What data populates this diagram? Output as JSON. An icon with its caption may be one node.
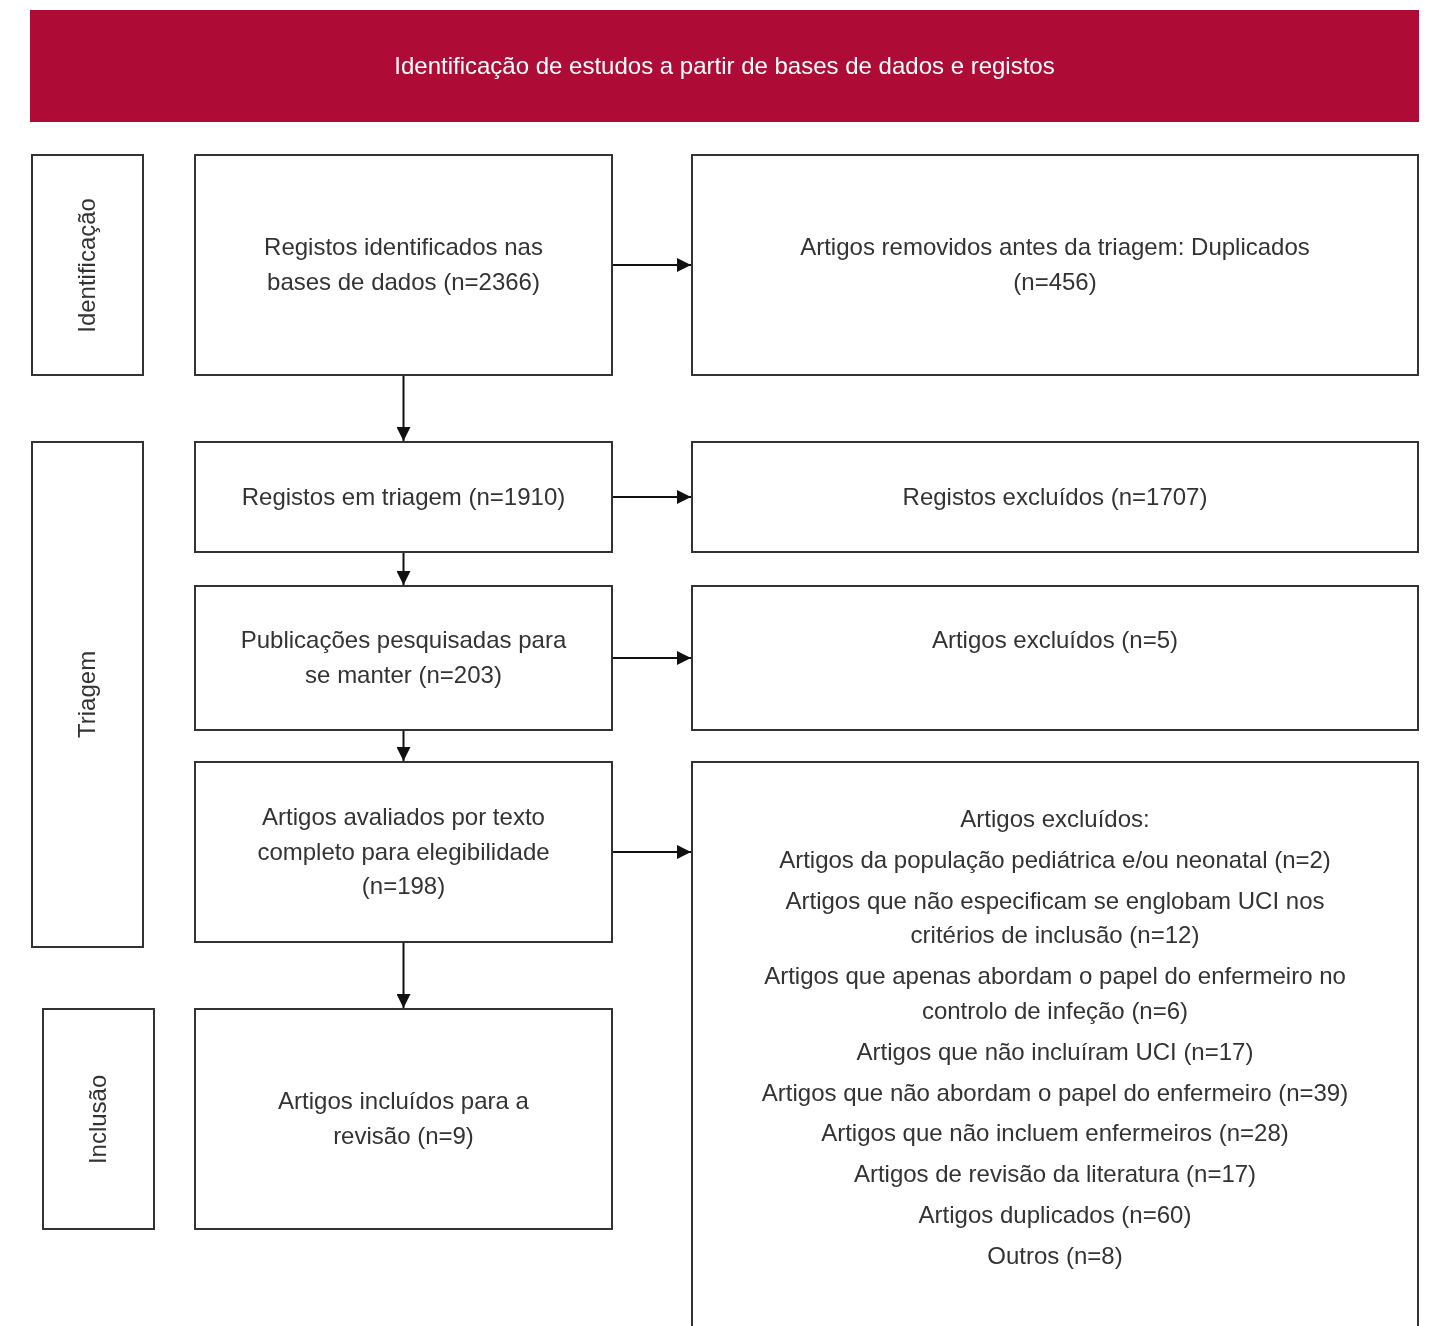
{
  "diagram": {
    "nodes": [
      {
        "text": [
          "Identificação de estudos a partir de bases de dados e registos"
        ]
      },
      {
        "text": [
          "Identificação"
        ]
      },
      {
        "text": [
          "Registos identificados nas bases de dados (n=2366)"
        ]
      },
      {
        "text": [
          "Artigos removidos antes da triagem: Duplicados (n=456)"
        ]
      },
      {
        "text": [
          "Triagem"
        ]
      },
      {
        "text": [
          "Registos em triagem (n=1910)"
        ]
      },
      {
        "text": [
          "Registos excluídos (n=1707)"
        ]
      },
      {
        "text": [
          "Publicações pesquisadas para se manter (n=203)"
        ]
      },
      {
        "text": [
          "Artigos excluídos (n=5)"
        ]
      },
      {
        "text": [
          "Artigos avaliados por texto completo para elegibilidade (n=198)"
        ]
      },
      {
        "text": [
          "Artigos excluídos:",
          "Artigos da população pediátrica e/ou neonatal (n=2)",
          "Artigos que não especificam se englobam UCI nos critérios de inclusão (n=12)",
          "Artigos que apenas abordam o papel do enfermeiro no controlo de infeção (n=6)",
          "Artigos que não incluíram UCI (n=17)",
          "Artigos que não abordam o papel do enfermeiro (n=39)",
          "Artigos que não incluem enfermeiros (n=28)",
          "Artigos de revisão da literatura (n=17)",
          "Artigos duplicados (n=60)",
          "Outros (n=8)"
        ]
      },
      {
        "text": [
          "Inclusão"
        ]
      },
      {
        "text": [
          "Artigos incluídos para a revisão (n=9)"
        ]
      }
    ],
    "edges": [
      {
        "from": 2,
        "to": 3,
        "arrow": "to"
      },
      {
        "from": 2,
        "to": 5,
        "arrow": "to"
      },
      {
        "from": 5,
        "to": 6,
        "arrow": "to"
      },
      {
        "from": 5,
        "to": 7,
        "arrow": "to"
      },
      {
        "from": 7,
        "to": 8,
        "arrow": "to"
      },
      {
        "from": 7,
        "to": 9,
        "arrow": "to"
      },
      {
        "from": 9,
        "to": 10,
        "arrow": "to"
      },
      {
        "from": 9,
        "to": 12,
        "arrow": "to"
      }
    ]
  }
}
